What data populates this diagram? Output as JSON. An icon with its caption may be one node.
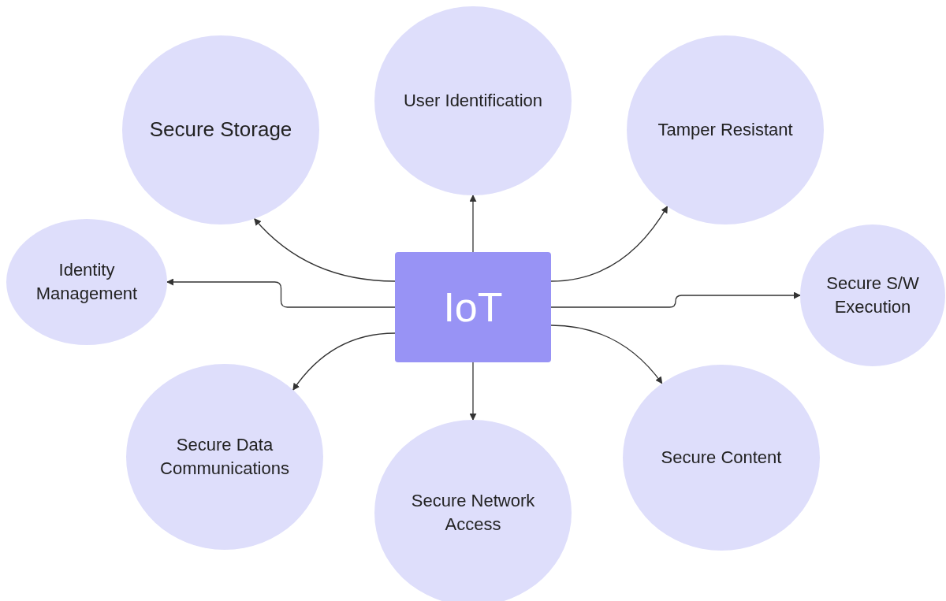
{
  "diagram": {
    "nodes": [
      {
        "text": [
          "IoT"
        ]
      },
      {
        "text": [
          "Secure Storage"
        ]
      },
      {
        "text": [
          "User Identification"
        ]
      },
      {
        "text": [
          "Tamper Resistant"
        ]
      },
      {
        "text": [
          "Identity Management"
        ]
      },
      {
        "text": [
          "Secure S/W Execution"
        ]
      },
      {
        "text": [
          "Secure Data Communications"
        ]
      },
      {
        "text": [
          "Secure Network Access"
        ]
      },
      {
        "text": [
          "Secure Content"
        ]
      }
    ],
    "edges": [
      {
        "from": 0,
        "to": 1,
        "arrow": "to"
      },
      {
        "from": 0,
        "to": 2,
        "arrow": "to"
      },
      {
        "from": 0,
        "to": 3,
        "arrow": "to"
      },
      {
        "from": 0,
        "to": 4,
        "arrow": "to"
      },
      {
        "from": 0,
        "to": 5,
        "arrow": "to"
      },
      {
        "from": 0,
        "to": 6,
        "arrow": "to"
      },
      {
        "from": 0,
        "to": 7,
        "arrow": "to"
      },
      {
        "from": 0,
        "to": 8,
        "arrow": "to"
      }
    ]
  }
}
